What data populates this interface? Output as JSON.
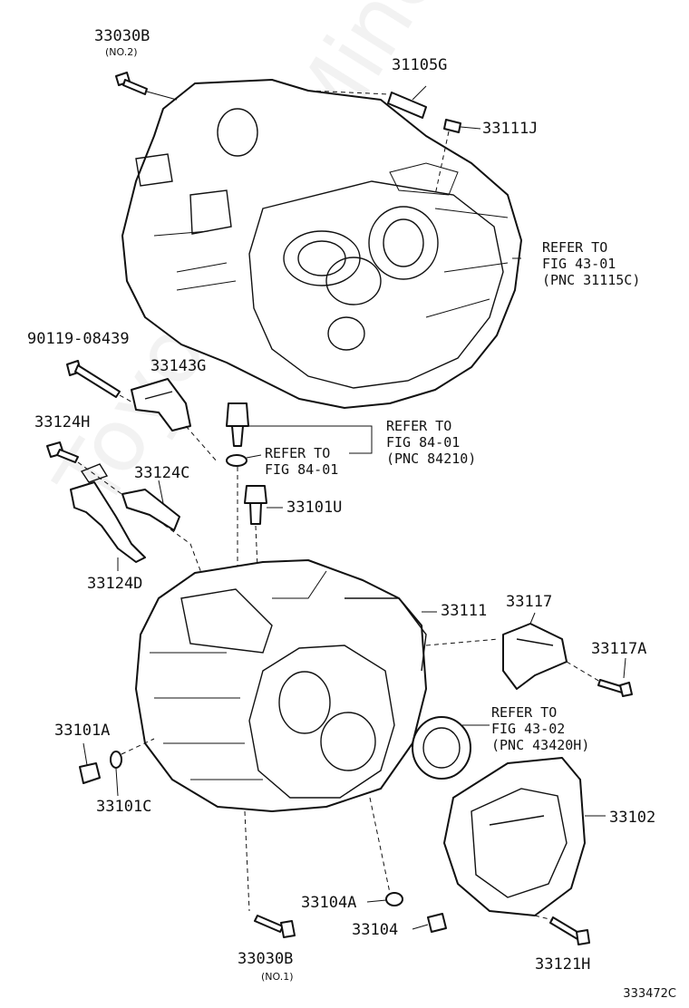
{
  "watermark": "ToyotaCarMine.ru",
  "figure_number": "333472C",
  "labels": {
    "p33030B_top": "33030B",
    "p33030B_top_note": "(NO.2)",
    "p31105G": "31105G",
    "p33111J": "33111J",
    "refer_43_01_line1": "REFER TO",
    "refer_43_01_line2": "FIG 43-01",
    "refer_43_01_line3": "(PNC 31115C)",
    "p90119": "90119-08439",
    "p33143G": "33143G",
    "refer_84_01a_line1": "REFER TO",
    "refer_84_01a_line2": "FIG 84-01",
    "refer_84_01a_line3": "(PNC 84210)",
    "refer_84_01b_line1": "REFER TO",
    "refer_84_01b_line2": "FIG 84-01",
    "p33124H": "33124H",
    "p33124C": "33124C",
    "p33101U": "33101U",
    "p33124D": "33124D",
    "p33111": "33111",
    "p33117": "33117",
    "p33117A": "33117A",
    "refer_43_02_line1": "REFER TO",
    "refer_43_02_line2": "FIG 43-02",
    "refer_43_02_line3": "(PNC 43420H)",
    "p33101A": "33101A",
    "p33101C": "33101C",
    "p33102": "33102",
    "p33104A": "33104A",
    "p33104": "33104",
    "p33030B_bottom": "33030B",
    "p33030B_bottom_note": "(NO.1)",
    "p33121H": "33121H"
  }
}
